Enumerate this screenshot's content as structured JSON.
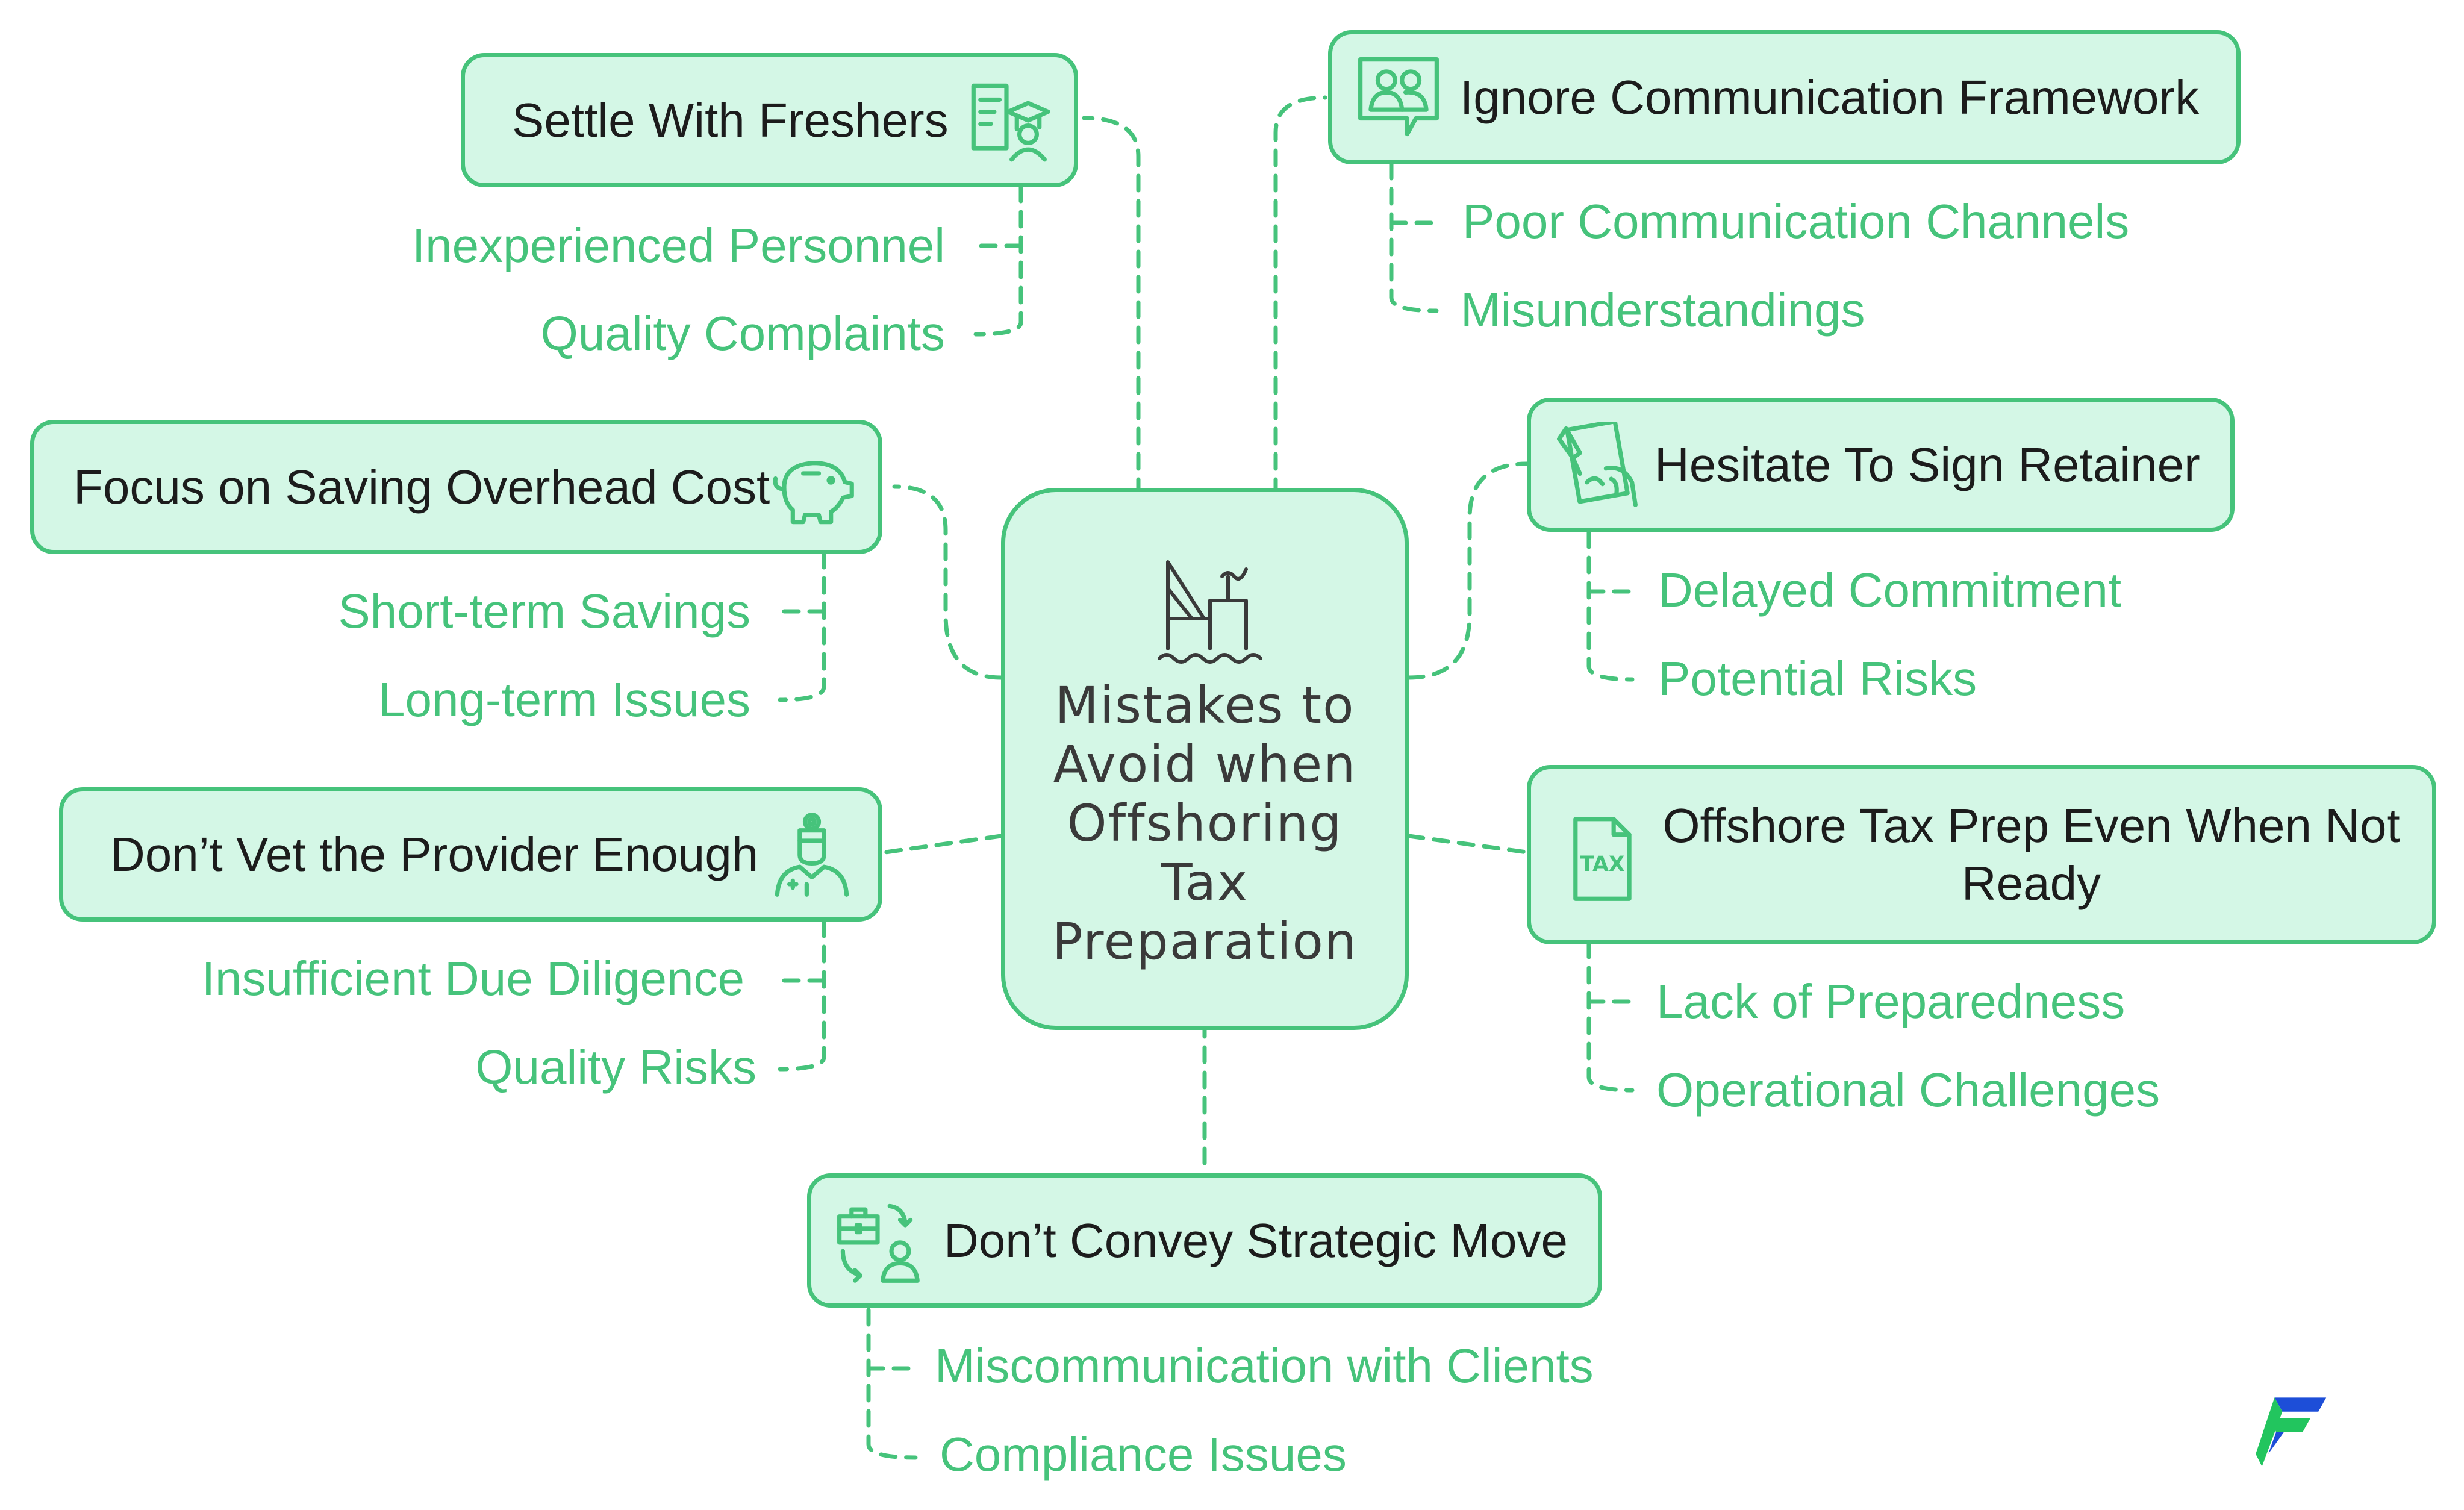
{
  "central": {
    "title_lines": [
      "Mistakes to",
      "Avoid when",
      "Offshoring",
      "Tax",
      "Preparation"
    ],
    "icon": "oil-rig-icon"
  },
  "branches": {
    "settle": {
      "title": "Settle With Freshers",
      "icon": "graduate-document-icon",
      "items": [
        "Inexperienced Personnel",
        "Quality Complaints"
      ]
    },
    "focus": {
      "title": "Focus on Saving Overhead Cost",
      "icon": "piggy-bank-icon",
      "items": [
        "Short-term Savings",
        "Long-term Issues"
      ]
    },
    "vet": {
      "title": "Don’t Vet the Provider Enough",
      "icon": "inspector-person-icon",
      "items": [
        "Insufficient Due Diligence",
        "Quality Risks"
      ]
    },
    "convey": {
      "title": "Don’t Convey Strategic Move",
      "icon": "briefcase-swap-icon",
      "items": [
        "Miscommunication with Clients",
        "Compliance Issues"
      ]
    },
    "ignore": {
      "title": "Ignore Communication Framework",
      "icon": "group-chat-icon",
      "items": [
        "Poor Communication Channels",
        "Misunderstandings"
      ]
    },
    "hesitate": {
      "title": "Hesitate To Sign Retainer",
      "icon": "signing-document-icon",
      "items": [
        "Delayed Commitment",
        "Potential Risks"
      ]
    },
    "offshore": {
      "title_lines": [
        "Offshore Tax Prep Even When Not",
        "Ready"
      ],
      "icon": "tax-document-icon",
      "items": [
        "Lack of Preparedness",
        "Operational Challenges"
      ]
    }
  },
  "colors": {
    "accent": "#46c37b",
    "node_fill": "#d4f7e6",
    "text": "#1c1c1c",
    "central_text": "#3a3a3a",
    "logo_green": "#22c55e",
    "logo_blue": "#1d4ed8"
  }
}
